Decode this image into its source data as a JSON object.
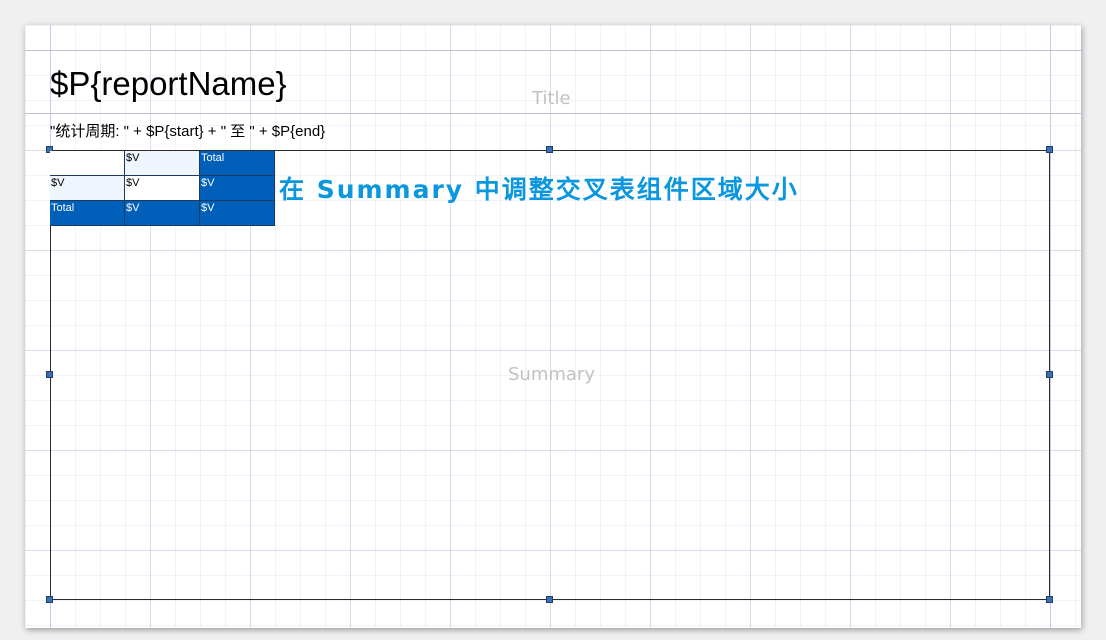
{
  "report": {
    "title_expression": "$P{reportName}",
    "period_expression": "\"统计周期: \" + $P{start} + \" 至 \" + $P{end}"
  },
  "bands": {
    "title_label": "Title",
    "summary_label": "Summary"
  },
  "crosstab": {
    "rows": [
      [
        {
          "text": "",
          "style": "white"
        },
        {
          "text": "$V",
          "style": "light"
        },
        {
          "text": "Total",
          "style": "dark"
        }
      ],
      [
        {
          "text": "$V",
          "style": "light"
        },
        {
          "text": "$V",
          "style": "white"
        },
        {
          "text": "$V",
          "style": "dark"
        }
      ],
      [
        {
          "text": "Total",
          "style": "dark"
        },
        {
          "text": "$V",
          "style": "dark"
        },
        {
          "text": "$V",
          "style": "dark"
        }
      ]
    ]
  },
  "annotation": {
    "text": "在 Summary 中调整交叉表组件区域大小",
    "color": "#0b97de"
  },
  "colors": {
    "crosstab_header": "#005fb8",
    "crosstab_light": "#eef5fd",
    "selection_handle": "#3b6fb0"
  }
}
